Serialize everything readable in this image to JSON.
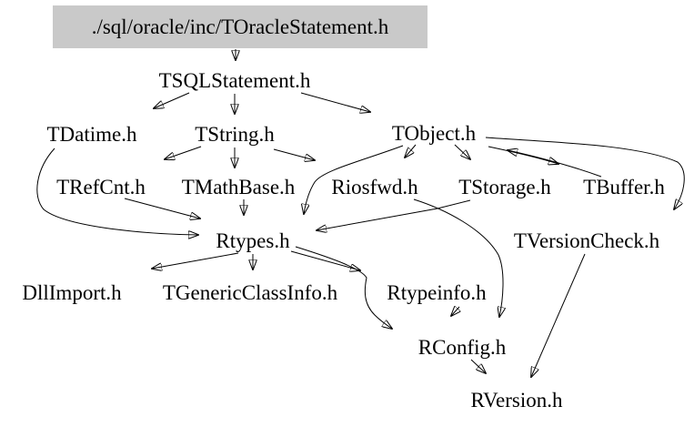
{
  "diagram": {
    "type": "include-dependency-graph",
    "root": {
      "id": "root",
      "label": "./sql/oracle/inc/TOracleStatement.h"
    },
    "nodes": [
      {
        "id": "TSQLStatement",
        "label": "TSQLStatement.h"
      },
      {
        "id": "TDatime",
        "label": "TDatime.h"
      },
      {
        "id": "TString",
        "label": "TString.h"
      },
      {
        "id": "TObject",
        "label": "TObject.h"
      },
      {
        "id": "TRefCnt",
        "label": "TRefCnt.h"
      },
      {
        "id": "TMathBase",
        "label": "TMathBase.h"
      },
      {
        "id": "Riosfwd",
        "label": "Riosfwd.h"
      },
      {
        "id": "TStorage",
        "label": "TStorage.h"
      },
      {
        "id": "TBuffer",
        "label": "TBuffer.h"
      },
      {
        "id": "Rtypes",
        "label": "Rtypes.h"
      },
      {
        "id": "TVersionCheck",
        "label": "TVersionCheck.h"
      },
      {
        "id": "DllImport",
        "label": "DllImport.h"
      },
      {
        "id": "TGenericClassInfo",
        "label": "TGenericClassInfo.h"
      },
      {
        "id": "Rtypeinfo",
        "label": "Rtypeinfo.h"
      },
      {
        "id": "RConfig",
        "label": "RConfig.h"
      },
      {
        "id": "RVersion",
        "label": "RVersion.h"
      }
    ],
    "edges": [
      {
        "from": "root",
        "to": "TSQLStatement"
      },
      {
        "from": "TSQLStatement",
        "to": "TDatime"
      },
      {
        "from": "TSQLStatement",
        "to": "TString"
      },
      {
        "from": "TSQLStatement",
        "to": "TObject"
      },
      {
        "from": "TString",
        "to": "TRefCnt"
      },
      {
        "from": "TString",
        "to": "TMathBase"
      },
      {
        "from": "TString",
        "to": "Riosfwd"
      },
      {
        "from": "TObject",
        "to": "Riosfwd"
      },
      {
        "from": "TObject",
        "to": "TStorage"
      },
      {
        "from": "TObject",
        "to": "TBuffer"
      },
      {
        "from": "TBuffer",
        "to": "TObject"
      },
      {
        "from": "TObject",
        "to": "TVersionCheck"
      },
      {
        "from": "TObject",
        "to": "Rtypes"
      },
      {
        "from": "TDatime",
        "to": "Rtypes"
      },
      {
        "from": "TRefCnt",
        "to": "Rtypes"
      },
      {
        "from": "TMathBase",
        "to": "Rtypes"
      },
      {
        "from": "TStorage",
        "to": "Rtypes"
      },
      {
        "from": "Riosfwd",
        "to": "RConfig"
      },
      {
        "from": "Rtypes",
        "to": "DllImport"
      },
      {
        "from": "Rtypes",
        "to": "TGenericClassInfo"
      },
      {
        "from": "Rtypes",
        "to": "Rtypeinfo"
      },
      {
        "from": "Rtypes",
        "to": "RConfig"
      },
      {
        "from": "Rtypeinfo",
        "to": "RConfig"
      },
      {
        "from": "TVersionCheck",
        "to": "RVersion"
      },
      {
        "from": "RConfig",
        "to": "RVersion"
      }
    ],
    "colors": {
      "root_fill": "#c9c9c9",
      "edge": "#000000",
      "text": "#000000",
      "background": "#ffffff"
    }
  }
}
